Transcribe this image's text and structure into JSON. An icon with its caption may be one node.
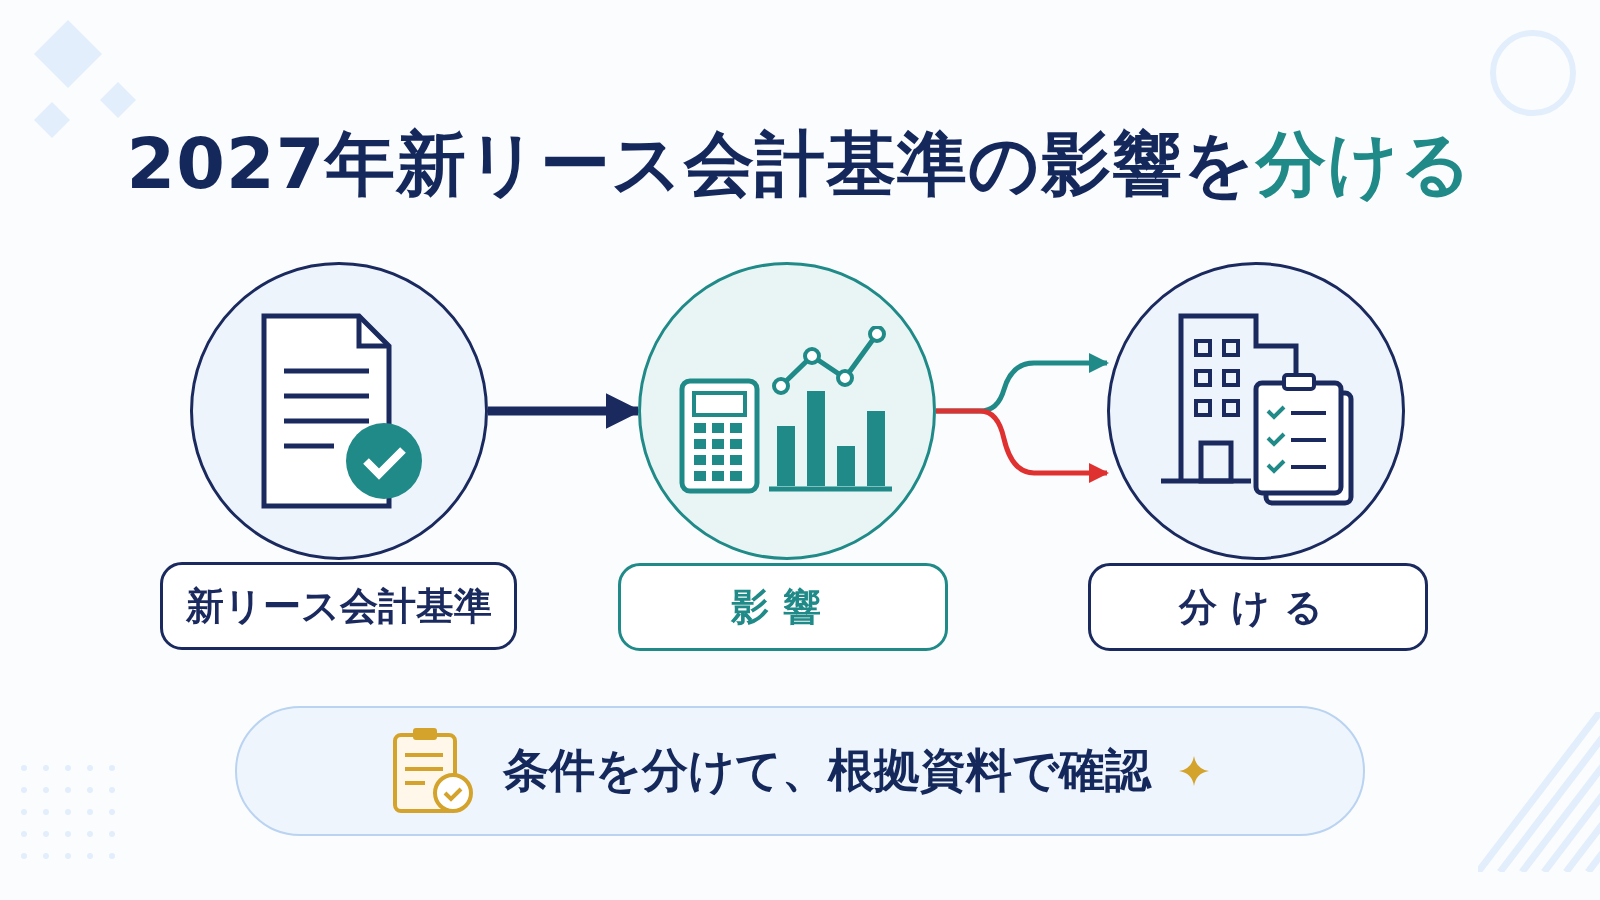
{
  "diagram": {
    "title": "2027年新リース会計基準の影響を**分ける**",
    "nodes": [
      {
        "text": [],
        "shape": "circle"
      },
      {
        "text": [
          "新リース会計基準"
        ]
      },
      {
        "text": [],
        "shape": "circle"
      },
      {
        "text": [
          "影響"
        ]
      },
      {
        "text": [],
        "shape": "circle"
      },
      {
        "text": [
          "分ける"
        ]
      },
      {
        "text": [
          "条件を分けて、根拠資料で確認"
        ]
      }
    ],
    "edges": [
      {
        "from": 0,
        "to": 2,
        "arrow": "to",
        "color": "#1b2a5e",
        "style": "thick"
      },
      {
        "from": 2,
        "to": 4,
        "arrow": "to",
        "color": "#1f8a87"
      },
      {
        "from": 2,
        "to": 4,
        "arrow": "to",
        "color": "#e03131"
      }
    ]
  }
}
